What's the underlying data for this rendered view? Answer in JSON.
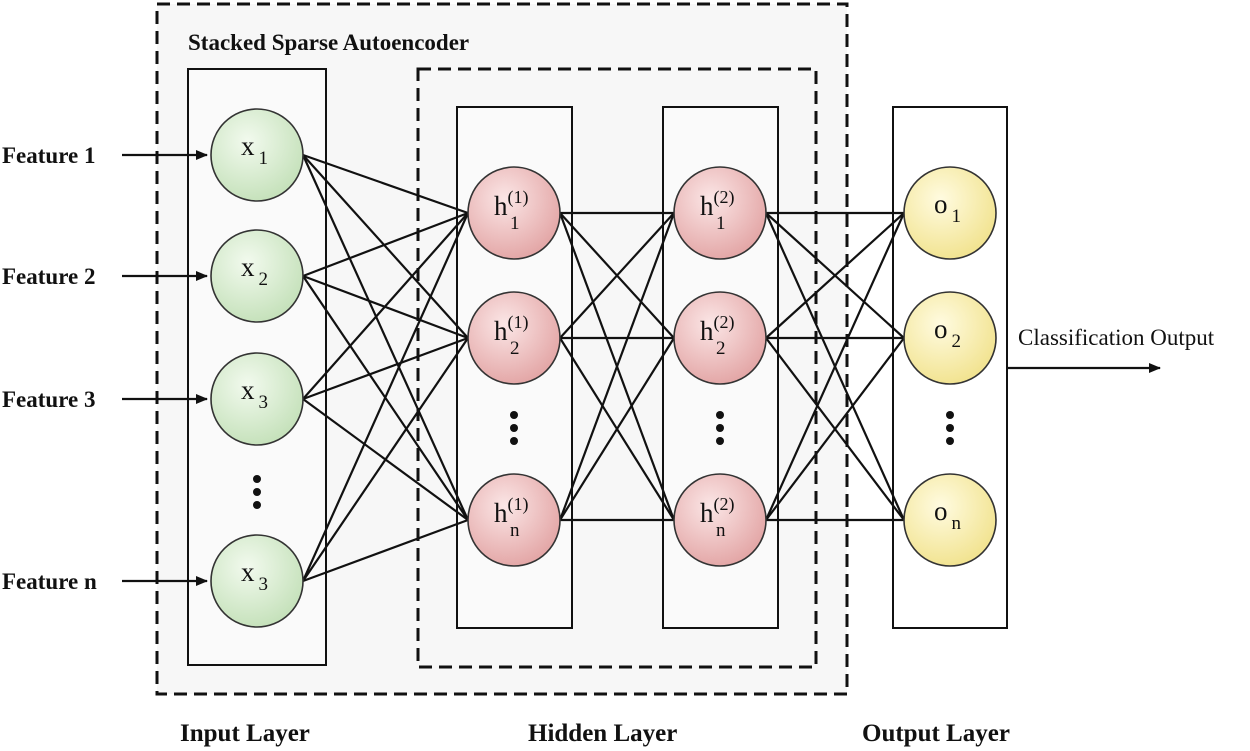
{
  "diagram": {
    "title": "Stacked Sparse Autoencoder",
    "features": [
      "Feature 1",
      "Feature 2",
      "Feature 3",
      "Feature n"
    ],
    "input_nodes": [
      {
        "main": "x",
        "sub": "1"
      },
      {
        "main": "x",
        "sub": "2"
      },
      {
        "main": "x",
        "sub": "3"
      },
      {
        "main": "x",
        "sub": "3"
      }
    ],
    "hidden1_nodes": [
      {
        "main": "h",
        "sup": "(1)",
        "sub": "1"
      },
      {
        "main": "h",
        "sup": "(1)",
        "sub": "2"
      },
      {
        "main": "h",
        "sup": "(1)",
        "sub": "n"
      }
    ],
    "hidden2_nodes": [
      {
        "main": "h",
        "sup": "(2)",
        "sub": "1"
      },
      {
        "main": "h",
        "sup": "(2)",
        "sub": "2"
      },
      {
        "main": "h",
        "sup": "(2)",
        "sub": "n"
      }
    ],
    "output_nodes": [
      {
        "main": "o",
        "sub": "1"
      },
      {
        "main": "o",
        "sub": "2"
      },
      {
        "main": "o",
        "sub": "n"
      }
    ],
    "output_label": "Classification Output",
    "layer_captions": {
      "input": "Input Layer",
      "hidden": "Hidden Layer",
      "output": "Output Layer"
    },
    "colors": {
      "input_node": "#d8edd0",
      "hidden_node": "#efc3c3",
      "output_node": "#f8f0b8",
      "stacked_region_fill": "#f7f7f7"
    }
  }
}
